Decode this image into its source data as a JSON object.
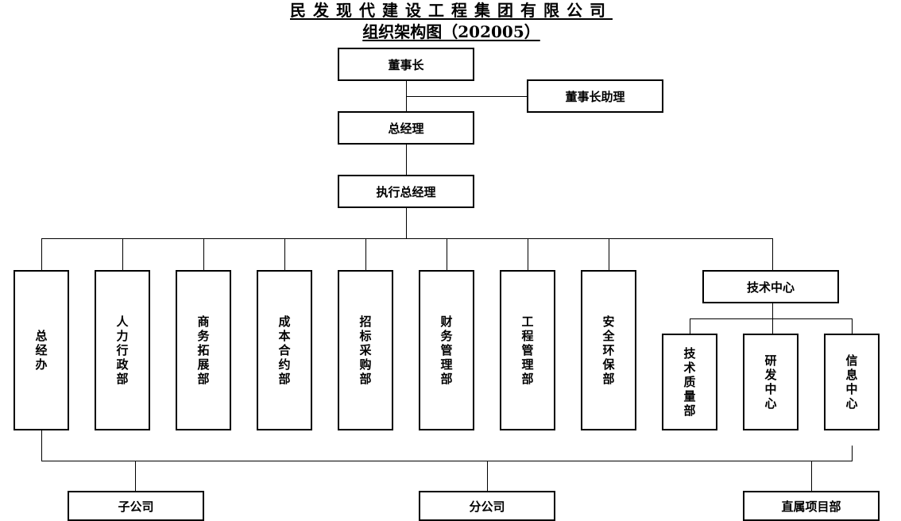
{
  "title": "民发现代建设工程集团有限公司",
  "subtitle": "组织架构图（202005）",
  "nodes": {
    "chairman": "董事长",
    "chairman_assistant": "董事长助理",
    "general_manager": "总经理",
    "executive_gm": "执行总经理",
    "gm_office": "总经办",
    "hr_admin": "人力行政部",
    "business_dev": "商务拓展部",
    "contract_cost": "成本合约部",
    "tender_purchase": "招标采购部",
    "finance_mgmt": "财务管理部",
    "engineering_mgmt": "工程管理部",
    "safety_env": "安全环保部",
    "tech_center": "技术中心",
    "tech_quality": "技术质量部",
    "rnd_center": "研发中心",
    "info_center": "信息中心",
    "subsidiary": "子公司",
    "branch": "分公司",
    "direct_project": "直属项目部"
  }
}
